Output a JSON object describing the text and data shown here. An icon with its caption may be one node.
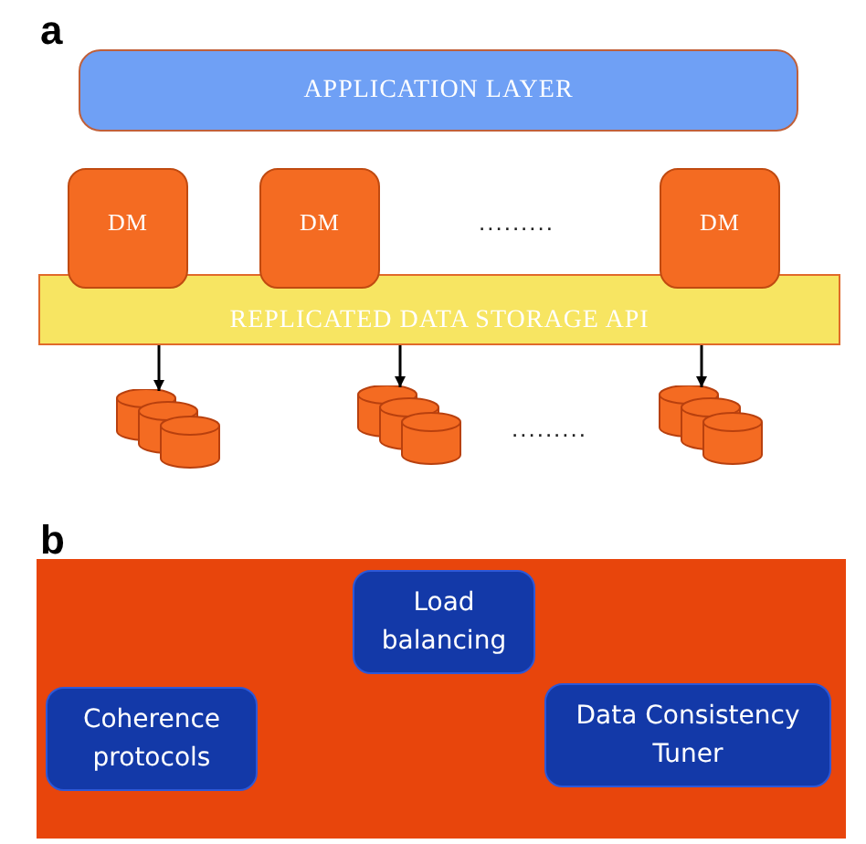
{
  "diagram": {
    "nodes": [
      {
        "text": [
          "APPLICATION LAYER"
        ]
      },
      {
        "text": [
          "DM"
        ]
      },
      {
        "text": [
          "DM"
        ]
      },
      {
        "text": [
          "DM"
        ]
      },
      {
        "text": [
          "REPLICATED DATA STORAGE API"
        ]
      },
      {
        "text": [],
        "shape": "cylinder"
      },
      {
        "text": [],
        "shape": "cylinder"
      },
      {
        "text": [],
        "shape": "cylinder"
      },
      {
        "text": [],
        "shape": "box"
      },
      {
        "text": [
          "Load balancing"
        ],
        "in": 8
      },
      {
        "text": [
          "Coherence protocols"
        ],
        "in": 8
      },
      {
        "text": [
          "Data Consistency Tuner"
        ],
        "in": 8
      }
    ],
    "edges": [
      {
        "from": 4,
        "to": 5,
        "arrow": "to"
      },
      {
        "from": 4,
        "to": 6,
        "arrow": "to"
      },
      {
        "from": 4,
        "to": 7,
        "arrow": "to"
      }
    ],
    "labels": [
      "a",
      ".........",
      ".........",
      "b"
    ]
  }
}
